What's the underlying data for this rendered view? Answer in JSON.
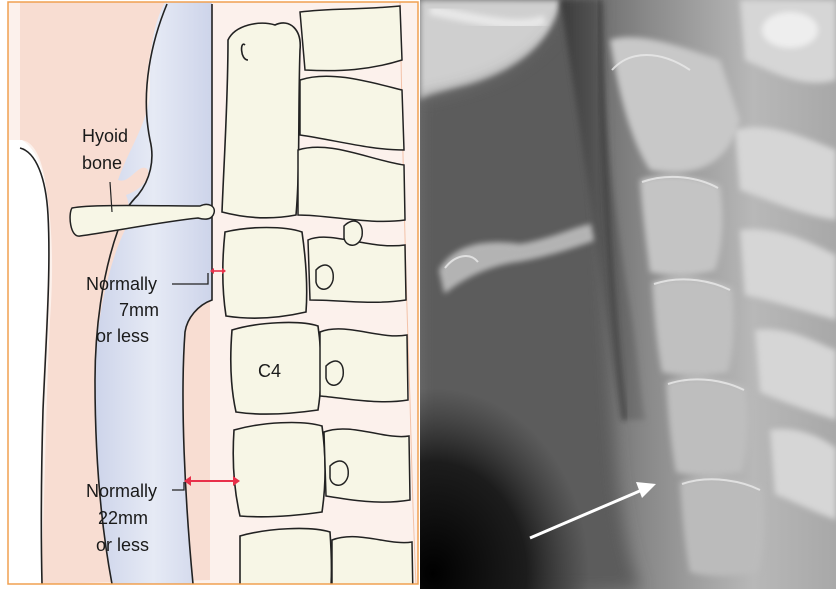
{
  "diagram": {
    "labels": {
      "hyoid_line1": "Hyoid",
      "hyoid_line2": "bone",
      "upper_line1": "Normally",
      "upper_line2": "7mm",
      "upper_line3": "or less",
      "lower_line1": "Normally",
      "lower_line2": "22mm",
      "lower_line3": "or less",
      "vertebra": "C4"
    },
    "colors": {
      "soft_tissue": "#f8ddd2",
      "airway": "#cdd4ea",
      "prevertebral": "#fcf1ec",
      "bone": "#f7f6e6",
      "frame": "#f0a050",
      "measure_arrow": "#e8304a"
    }
  },
  "xray": {
    "pointer": "white-arrow"
  }
}
